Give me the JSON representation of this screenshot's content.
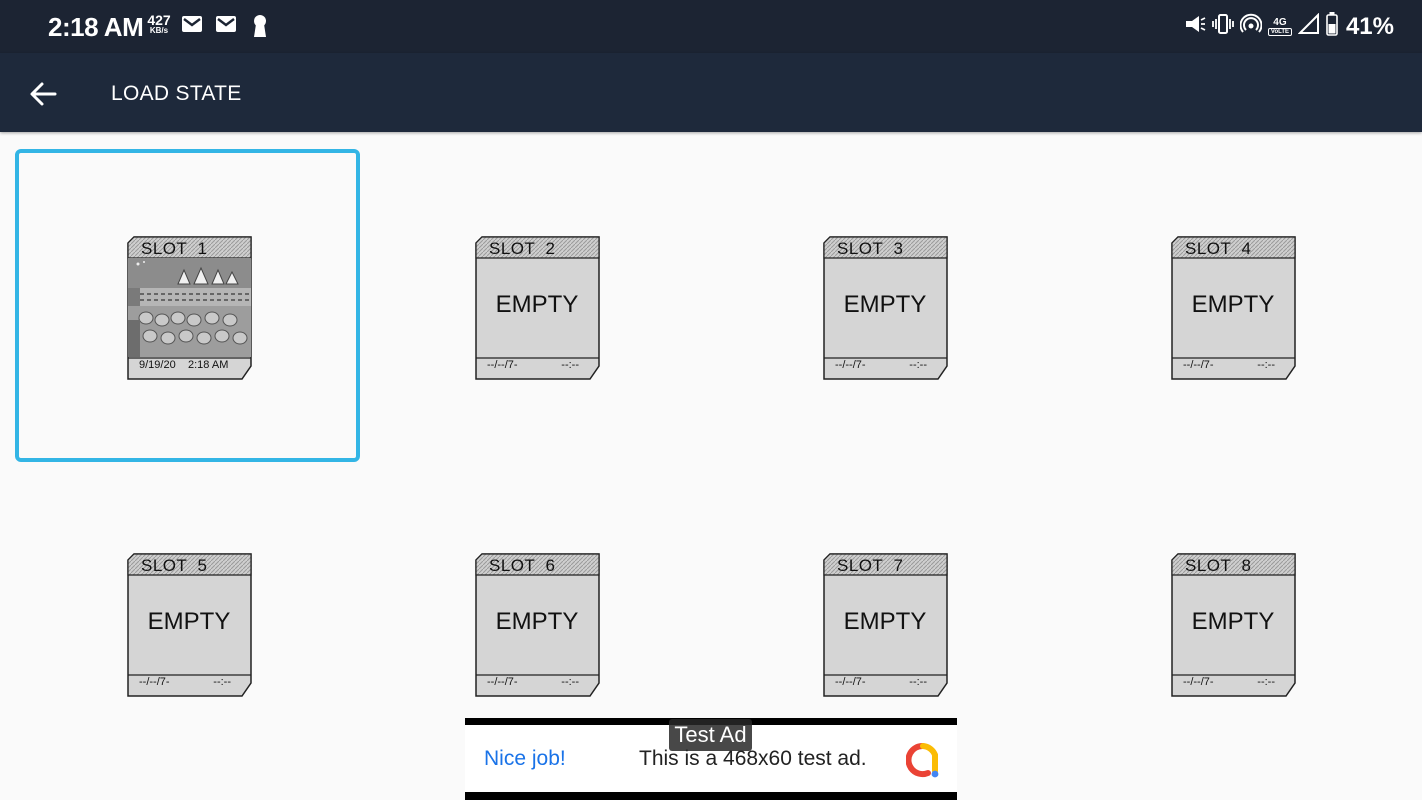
{
  "status_bar": {
    "time": "2:18 AM",
    "net_speed": "427",
    "net_speed_unit": "KB/s",
    "battery": "41%",
    "network_type": "4G",
    "volte": "VoLTE",
    "left_icons": [
      "gmail-icon",
      "gmail-icon",
      "keyhole-icon"
    ],
    "right_icons": [
      "megaphone-icon",
      "vibrate-icon",
      "hotspot-icon",
      "4g-volte-icon",
      "signal-icon",
      "battery-icon"
    ]
  },
  "app_bar": {
    "title": "LOAD STATE",
    "back_icon": "arrow-left-icon"
  },
  "slots": [
    {
      "label": "SLOT  1",
      "empty": false,
      "date": "9/19/20",
      "time": "2:18 AM",
      "selected": true
    },
    {
      "label": "SLOT  2",
      "empty": true,
      "empty_text": "EMPTY",
      "date": "--/--/7-",
      "time": "--:--"
    },
    {
      "label": "SLOT  3",
      "empty": true,
      "empty_text": "EMPTY",
      "date": "--/--/7-",
      "time": "--:--"
    },
    {
      "label": "SLOT  4",
      "empty": true,
      "empty_text": "EMPTY",
      "date": "--/--/7-",
      "time": "--:--"
    },
    {
      "label": "SLOT  5",
      "empty": true,
      "empty_text": "EMPTY",
      "date": "--/--/7-",
      "time": "--:--"
    },
    {
      "label": "SLOT  6",
      "empty": true,
      "empty_text": "EMPTY",
      "date": "--/--/7-",
      "time": "--:--"
    },
    {
      "label": "SLOT  7",
      "empty": true,
      "empty_text": "EMPTY",
      "date": "--/--/7-",
      "time": "--:--"
    },
    {
      "label": "SLOT  8",
      "empty": true,
      "empty_text": "EMPTY",
      "date": "--/--/7-",
      "time": "--:--"
    }
  ],
  "ad": {
    "badge": "Test Ad",
    "cta": "Nice job!",
    "text": "This is a 468x60 test ad.",
    "logo_icon": "adsense-logo-icon"
  },
  "colors": {
    "status_bar_bg": "#1c2433",
    "app_bar_bg": "#1e293b",
    "selection_border": "#33b5e5",
    "card_fill": "#d6d6d6",
    "ad_cta": "#1a73e8"
  }
}
